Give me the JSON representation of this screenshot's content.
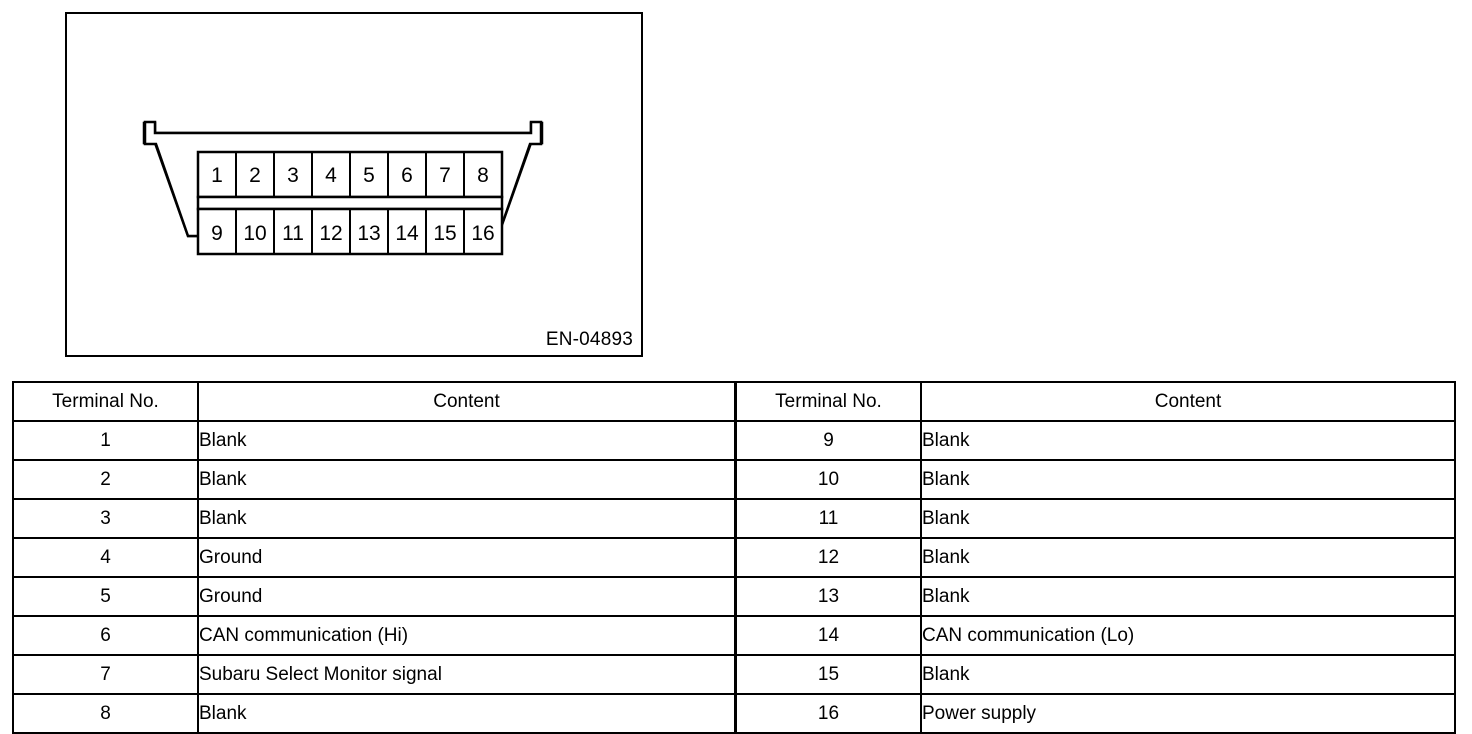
{
  "figure": {
    "id_label": "EN-04893",
    "connector_name": "obd-ii-16-pin-connector",
    "pins_top": [
      "1",
      "2",
      "3",
      "4",
      "5",
      "6",
      "7",
      "8"
    ],
    "pins_bottom": [
      "9",
      "10",
      "11",
      "12",
      "13",
      "14",
      "15",
      "16"
    ],
    "colors": {
      "line": "#000000",
      "background": "#ffffff"
    }
  },
  "tables": {
    "headers": {
      "terminal": "Terminal No.",
      "content": "Content"
    },
    "left_rows": [
      {
        "terminal": "1",
        "content": "Blank"
      },
      {
        "terminal": "2",
        "content": "Blank"
      },
      {
        "terminal": "3",
        "content": "Blank"
      },
      {
        "terminal": "4",
        "content": "Ground"
      },
      {
        "terminal": "5",
        "content": "Ground"
      },
      {
        "terminal": "6",
        "content": "CAN communication (Hi)"
      },
      {
        "terminal": "7",
        "content": "Subaru Select Monitor signal"
      },
      {
        "terminal": "8",
        "content": "Blank"
      }
    ],
    "right_rows": [
      {
        "terminal": "9",
        "content": "Blank"
      },
      {
        "terminal": "10",
        "content": "Blank"
      },
      {
        "terminal": "11",
        "content": "Blank"
      },
      {
        "terminal": "12",
        "content": "Blank"
      },
      {
        "terminal": "13",
        "content": "Blank"
      },
      {
        "terminal": "14",
        "content": "CAN communication (Lo)"
      },
      {
        "terminal": "15",
        "content": "Blank"
      },
      {
        "terminal": "16",
        "content": "Power supply"
      }
    ]
  }
}
